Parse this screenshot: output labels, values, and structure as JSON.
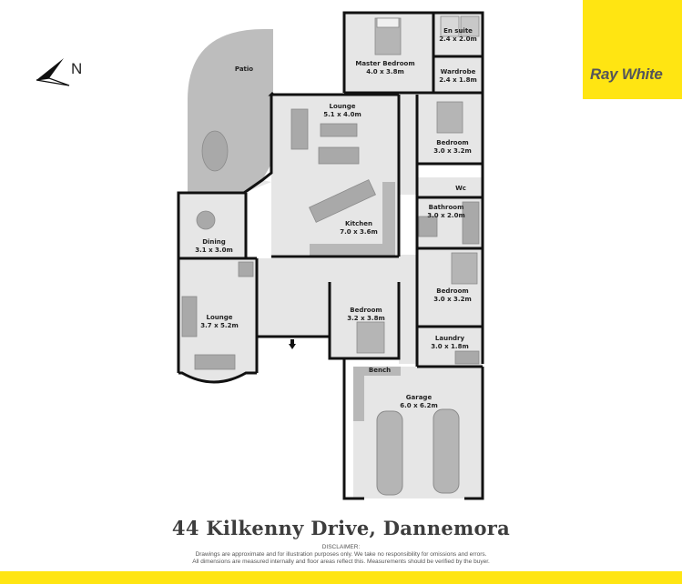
{
  "brand": {
    "name": "Ray White",
    "color": "#ffe512",
    "text_color": "#55555a"
  },
  "compass": {
    "label": "N",
    "icon": "north-arrow-icon"
  },
  "floorplan": {
    "address": "44 Kilkenny Drive, Dannemora",
    "rooms": [
      {
        "name": "Patio",
        "dims": ""
      },
      {
        "name": "Master Bedroom",
        "dims": "4.0 x 3.8m"
      },
      {
        "name": "En suite",
        "dims": "2.4 x 2.0m"
      },
      {
        "name": "Wardrobe",
        "dims": "2.4 x 1.8m"
      },
      {
        "name": "Lounge",
        "dims": "5.1 x 4.0m"
      },
      {
        "name": "Bedroom",
        "dims": "3.0 x 3.2m"
      },
      {
        "name": "Wc",
        "dims": ""
      },
      {
        "name": "Bathroom",
        "dims": "3.0 x 2.0m"
      },
      {
        "name": "Kitchen",
        "dims": "7.0 x 3.6m"
      },
      {
        "name": "Dining",
        "dims": "3.1 x 3.0m"
      },
      {
        "name": "Bedroom",
        "dims": "3.0 x 3.2m"
      },
      {
        "name": "Lounge",
        "dims": "3.7 x 5.2m"
      },
      {
        "name": "Bedroom",
        "dims": "3.2 x 3.8m"
      },
      {
        "name": "Laundry",
        "dims": "3.0 x 1.8m"
      },
      {
        "name": "Bench",
        "dims": ""
      },
      {
        "name": "Garage",
        "dims": "6.0 x 6.2m"
      }
    ]
  },
  "disclaimer": {
    "heading": "DISCLAIMER:",
    "line1": "Drawings are approximate and for illustration purposes only. We take no responsibility for omissions and errors.",
    "line2": "All dimensions are measured internally and floor areas reflect this. Measurements should be verified by the buyer."
  },
  "colors": {
    "wall": "#111111",
    "floor": "#e6e6e6",
    "patio": "#bdbdbd",
    "furniture": "#aaaaaa"
  }
}
